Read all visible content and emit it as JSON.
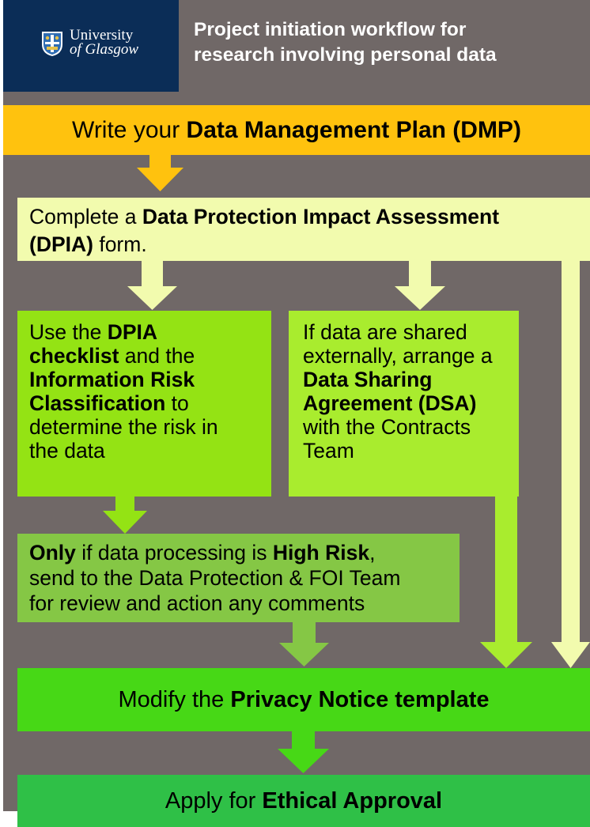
{
  "header": {
    "logo_line1": "University",
    "logo_line2": "of Glasgow",
    "title_line1": "Project initiation workflow for",
    "title_line2": "research involving personal data"
  },
  "steps": {
    "dmp": {
      "pre": "Write your ",
      "bold": "Data Management Plan (DMP)"
    },
    "dpia": {
      "pre": "Complete a ",
      "bold1": "Data Protection Impact Assessment",
      "bold2": "(DPIA)",
      "post": " form."
    },
    "checklist": {
      "line1_pre": "Use the ",
      "line1_bold": "DPIA",
      "line2_bold": "checklist",
      "line2_post": " and the",
      "line3_bold": "Information Risk",
      "line4_bold": "Classification",
      "line4_post": " to",
      "line5": "determine the risk in",
      "line6": "the data"
    },
    "dsa": {
      "line1": "If data are shared",
      "line2": "externally, arrange a",
      "line3_bold": "Data Sharing",
      "line4_bold": "Agreement (DSA)",
      "line5": "with the Contracts",
      "line6": "Team"
    },
    "high_risk": {
      "line1_bold1": "Only",
      "line1_mid": " if data processing is ",
      "line1_bold2": "High Risk",
      "line1_post": ",",
      "line2": "send to the Data Protection & FOI Team",
      "line3": "for review and action any comments"
    },
    "privacy": {
      "pre": "Modify the ",
      "bold": "Privacy Notice template"
    },
    "ethics": {
      "pre": "Apply for ",
      "bold": "Ethical Approval"
    }
  },
  "colors": {
    "background": "#706867",
    "logo_panel": "#0b2d57",
    "dmp": "#ffc20e",
    "dpia": "#f2fbae",
    "checklist": "#94e314",
    "dsa": "#a9ec2e",
    "high_risk": "#85c745",
    "privacy": "#47d816",
    "ethics": "#2fc047"
  }
}
